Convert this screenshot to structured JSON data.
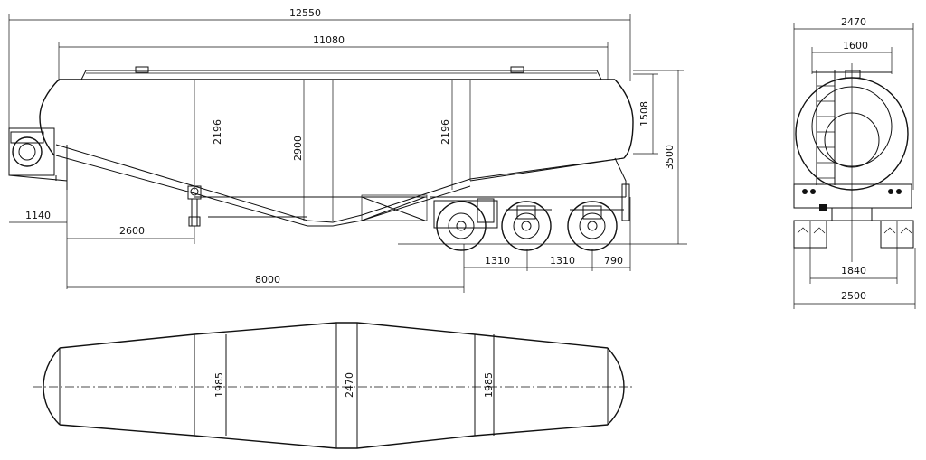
{
  "side_view": {
    "overall_length": "12550",
    "tank_length": "11080",
    "front_height": "2196",
    "center_height": "2900",
    "rear_height": "2196",
    "head_height": "1508",
    "total_height": "3500",
    "front_overhang": "1140",
    "kingpin_to_leg": "2600",
    "kingpin_to_axle": "8000",
    "axle_spacing_1": "1310",
    "axle_spacing_2": "1310",
    "rear_overhang": "790"
  },
  "rear_view": {
    "tank_width": "2470",
    "ladder_width": "1600",
    "wheel_track": "1840",
    "overall_width": "2500"
  },
  "top_view": {
    "front_width": "1985",
    "center_width": "2470",
    "rear_width": "1985"
  }
}
